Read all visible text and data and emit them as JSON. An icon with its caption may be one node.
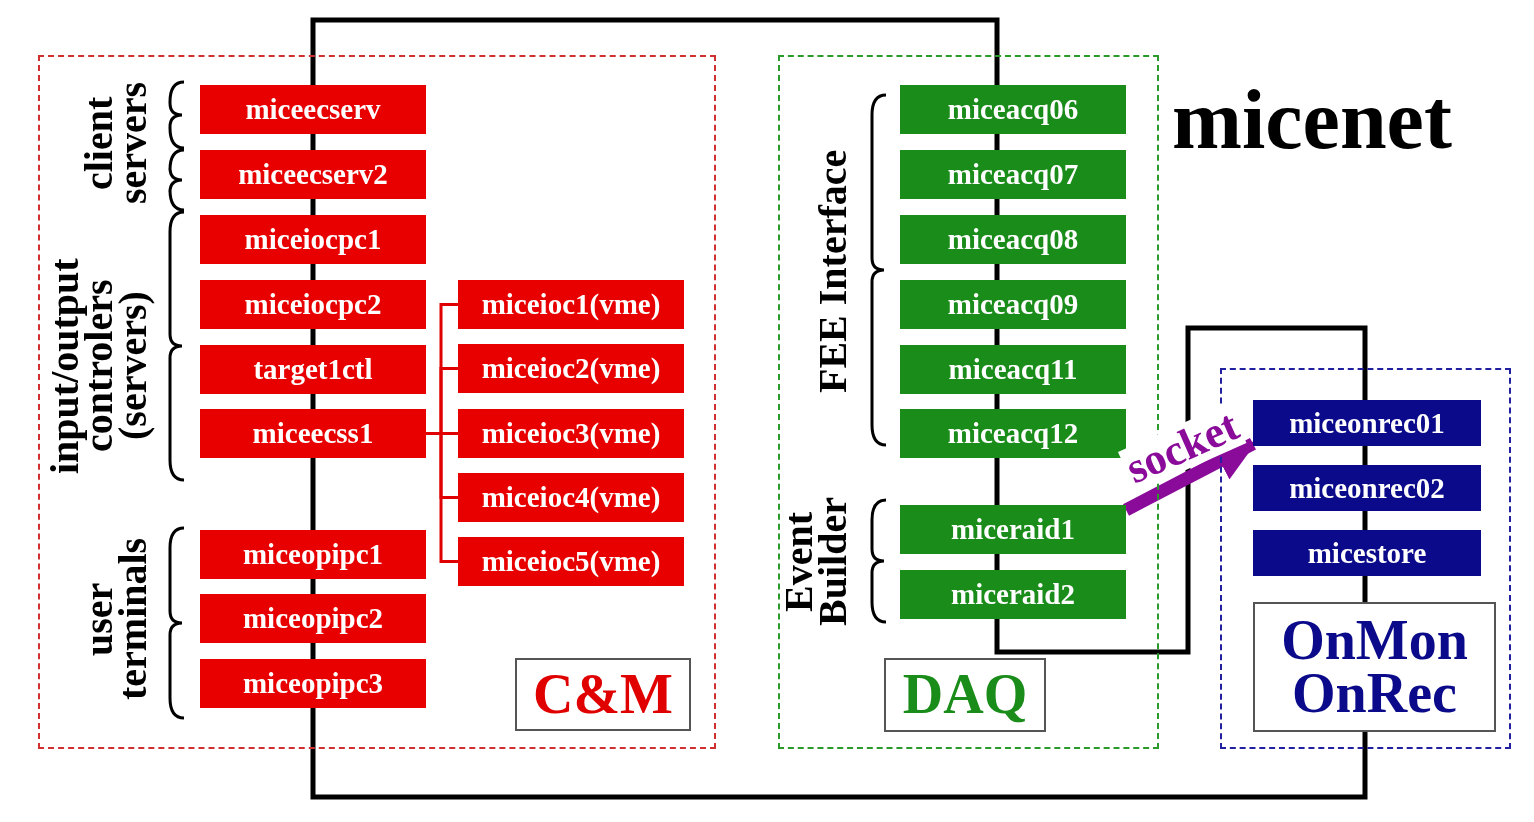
{
  "diagram": {
    "title": "micenet",
    "nodes": [
      {
        "text": [
          "C&M"
        ]
      },
      {
        "text": [
          "miceecserv"
        ],
        "in": 0
      },
      {
        "text": [
          "miceecserv2"
        ],
        "in": 0
      },
      {
        "text": [
          "miceiocpc1"
        ],
        "in": 0
      },
      {
        "text": [
          "miceiocpc2"
        ],
        "in": 0
      },
      {
        "text": [
          "target1ctl"
        ],
        "in": 0
      },
      {
        "text": [
          "miceecss1"
        ],
        "in": 0
      },
      {
        "text": [
          "miceioc1(vme)"
        ],
        "in": 0
      },
      {
        "text": [
          "miceioc2(vme)"
        ],
        "in": 0
      },
      {
        "text": [
          "miceioc3(vme)"
        ],
        "in": 0
      },
      {
        "text": [
          "miceioc4(vme)"
        ],
        "in": 0
      },
      {
        "text": [
          "miceioc5(vme)"
        ],
        "in": 0
      },
      {
        "text": [
          "miceopipc1"
        ],
        "in": 0
      },
      {
        "text": [
          "miceopipc2"
        ],
        "in": 0
      },
      {
        "text": [
          "miceopipc3"
        ],
        "in": 0
      },
      {
        "text": [
          "DAQ"
        ]
      },
      {
        "text": [
          "miceacq06"
        ],
        "in": 15
      },
      {
        "text": [
          "miceacq07"
        ],
        "in": 15
      },
      {
        "text": [
          "miceacq08"
        ],
        "in": 15
      },
      {
        "text": [
          "miceacq09"
        ],
        "in": 15
      },
      {
        "text": [
          "miceacq11"
        ],
        "in": 15
      },
      {
        "text": [
          "miceacq12"
        ],
        "in": 15
      },
      {
        "text": [
          "miceraid1"
        ],
        "in": 15
      },
      {
        "text": [
          "miceraid2"
        ],
        "in": 15
      },
      {
        "text": [
          "OnMon OnRec"
        ]
      },
      {
        "text": [
          "miceonrec01"
        ],
        "in": 24
      },
      {
        "text": [
          "miceonrec02"
        ],
        "in": 24
      },
      {
        "text": [
          "micestore"
        ],
        "in": 24
      }
    ],
    "edges": [
      {
        "from": 6,
        "to": 7,
        "arrow": "none"
      },
      {
        "from": 6,
        "to": 8,
        "arrow": "none"
      },
      {
        "from": 6,
        "to": 9,
        "arrow": "none"
      },
      {
        "from": 6,
        "to": 10,
        "arrow": "none"
      },
      {
        "from": 6,
        "to": 11,
        "arrow": "none"
      },
      {
        "from": 22,
        "to": 25,
        "arrow": "to",
        "label": "socket",
        "style": "thick",
        "color": "#8a0a9a"
      }
    ],
    "labels": [
      "client servers",
      "input/output controlers (servers)",
      "user terminals",
      "FEE Interface",
      "Event Builder"
    ]
  }
}
